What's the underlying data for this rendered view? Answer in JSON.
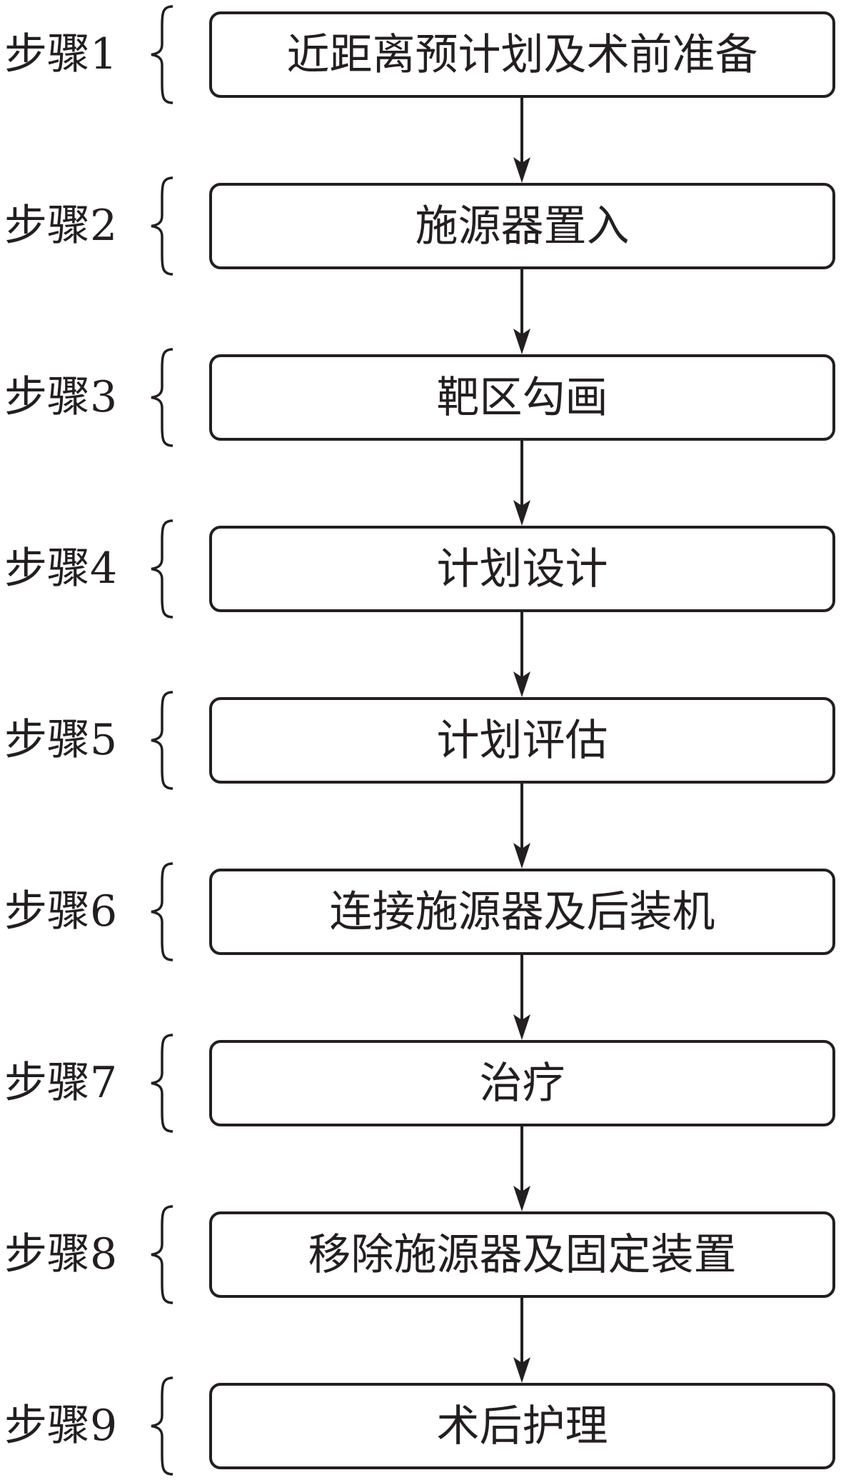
{
  "steps": [
    {
      "label": "步骤1",
      "text": "近距离预计划及术前准备"
    },
    {
      "label": "步骤2",
      "text": "施源器置入"
    },
    {
      "label": "步骤3",
      "text": "靶区勾画"
    },
    {
      "label": "步骤4",
      "text": "计划设计"
    },
    {
      "label": "步骤5",
      "text": "计划评估"
    },
    {
      "label": "步骤6",
      "text": "连接施源器及后装机"
    },
    {
      "label": "步骤7",
      "text": "治疗"
    },
    {
      "label": "步骤8",
      "text": "移除施源器及固定装置"
    },
    {
      "label": "步骤9",
      "text": "术后护理"
    }
  ],
  "colors": {
    "stroke": "#231f20",
    "background": "#ffffff"
  }
}
